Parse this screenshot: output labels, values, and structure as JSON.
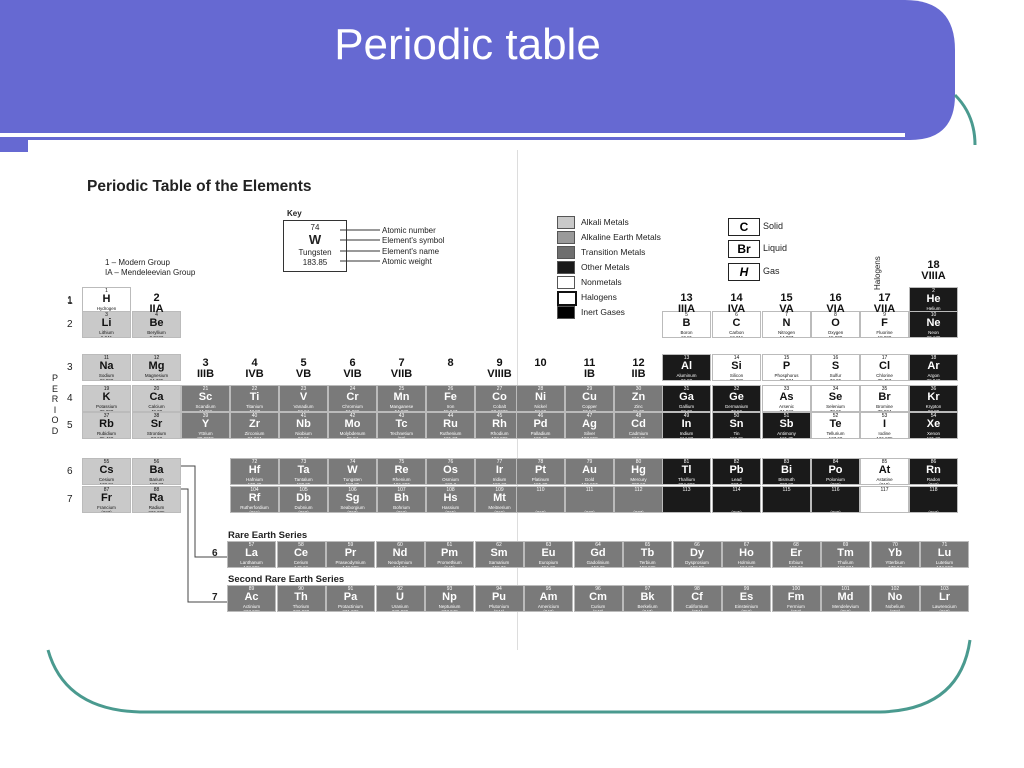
{
  "slide": {
    "title": "Periodic table"
  },
  "theme": {
    "banner": "#6669d2",
    "accent_line": "#4a9a8f",
    "cell_light": "#c9c9c9",
    "cell_mid": "#7a7a7a",
    "cell_dark": "#1a1a1a",
    "cell_white": "#ffffff"
  },
  "sheet": {
    "title": "Periodic Table of the Elements",
    "group_notes": [
      "1 – Modern Group",
      "IA – Mendeleevian Group"
    ],
    "key": {
      "heading": "Key",
      "number": "74",
      "symbol": "W",
      "name": "Tungsten",
      "weight": "183.85",
      "labels": [
        "Atomic number",
        "Element's symbol",
        "Element's name",
        "Atomic weight"
      ]
    },
    "legend": [
      "Alkali Metals",
      "Alkaline Earth Metals",
      "Transition Metals",
      "Other Metals",
      "Nonmetals",
      "Halogens",
      "Inert Gases"
    ],
    "states": [
      {
        "symbol": "C",
        "label": "Solid"
      },
      {
        "symbol": "Br",
        "label": "Liquid"
      },
      {
        "symbol": "H",
        "label": "Gas"
      }
    ],
    "halogens_label": "Halogens",
    "period_word": "PERIOD",
    "periods": [
      "1",
      "2",
      "3",
      "4",
      "5",
      "6",
      "7"
    ],
    "rare_earth_label": "Rare Earth Series",
    "second_rare_earth_label": "Second Rare Earth Series",
    "series_numbers": [
      "6",
      "7"
    ]
  },
  "groups": [
    {
      "num": "1",
      "roman": "IA"
    },
    {
      "num": "2",
      "roman": "IIA"
    },
    {
      "num": "3",
      "roman": "IIIB"
    },
    {
      "num": "4",
      "roman": "IVB"
    },
    {
      "num": "5",
      "roman": "VB"
    },
    {
      "num": "6",
      "roman": "VIB"
    },
    {
      "num": "7",
      "roman": "VIIB"
    },
    {
      "num": "8",
      "roman": ""
    },
    {
      "num": "9",
      "roman": "VIIIB"
    },
    {
      "num": "10",
      "roman": ""
    },
    {
      "num": "11",
      "roman": "IB"
    },
    {
      "num": "12",
      "roman": "IIB"
    },
    {
      "num": "13",
      "roman": "IIIA"
    },
    {
      "num": "14",
      "roman": "IVA"
    },
    {
      "num": "15",
      "roman": "VA"
    },
    {
      "num": "16",
      "roman": "VIA"
    },
    {
      "num": "17",
      "roman": "VIIA"
    },
    {
      "num": "18",
      "roman": "VIIIA"
    }
  ],
  "elements": [
    {
      "n": "1",
      "s": "H",
      "m": "Hydrogen",
      "w": "1.00794",
      "g": 1,
      "p": 1,
      "c": "w"
    },
    {
      "n": "2",
      "s": "He",
      "m": "Helium",
      "w": "4.003",
      "g": 18,
      "p": 1,
      "c": "d"
    },
    {
      "n": "3",
      "s": "Li",
      "m": "Lithium",
      "w": "6.941",
      "g": 1,
      "p": 2,
      "c": "l"
    },
    {
      "n": "4",
      "s": "Be",
      "m": "Beryllium",
      "w": "9.0122",
      "g": 2,
      "p": 2,
      "c": "l"
    },
    {
      "n": "5",
      "s": "B",
      "m": "Boron",
      "w": "10.81",
      "g": 13,
      "p": 2,
      "c": "w"
    },
    {
      "n": "6",
      "s": "C",
      "m": "Carbon",
      "w": "12.011",
      "g": 14,
      "p": 2,
      "c": "w"
    },
    {
      "n": "7",
      "s": "N",
      "m": "Nitrogen",
      "w": "14.007",
      "g": 15,
      "p": 2,
      "c": "w"
    },
    {
      "n": "8",
      "s": "O",
      "m": "Oxygen",
      "w": "15.999",
      "g": 16,
      "p": 2,
      "c": "w"
    },
    {
      "n": "9",
      "s": "F",
      "m": "Fluorine",
      "w": "18.998",
      "g": 17,
      "p": 2,
      "c": "w"
    },
    {
      "n": "10",
      "s": "Ne",
      "m": "Neon",
      "w": "20.179",
      "g": 18,
      "p": 2,
      "c": "d"
    },
    {
      "n": "11",
      "s": "Na",
      "m": "Sodium",
      "w": "22.990",
      "g": 1,
      "p": 3,
      "c": "l"
    },
    {
      "n": "12",
      "s": "Mg",
      "m": "Magnesium",
      "w": "24.305",
      "g": 2,
      "p": 3,
      "c": "l"
    },
    {
      "n": "13",
      "s": "Al",
      "m": "Aluminum",
      "w": "26.98",
      "g": 13,
      "p": 3,
      "c": "d"
    },
    {
      "n": "14",
      "s": "Si",
      "m": "Silicon",
      "w": "28.086",
      "g": 14,
      "p": 3,
      "c": "w"
    },
    {
      "n": "15",
      "s": "P",
      "m": "Phosphorus",
      "w": "30.974",
      "g": 15,
      "p": 3,
      "c": "w"
    },
    {
      "n": "16",
      "s": "S",
      "m": "Sulfur",
      "w": "32.06",
      "g": 16,
      "p": 3,
      "c": "w"
    },
    {
      "n": "17",
      "s": "Cl",
      "m": "Chlorine",
      "w": "35.453",
      "g": 17,
      "p": 3,
      "c": "w"
    },
    {
      "n": "18",
      "s": "Ar",
      "m": "Argon",
      "w": "39.948",
      "g": 18,
      "p": 3,
      "c": "d"
    },
    {
      "n": "19",
      "s": "K",
      "m": "Potassium",
      "w": "39.098",
      "g": 1,
      "p": 4,
      "c": "l"
    },
    {
      "n": "20",
      "s": "Ca",
      "m": "Calcium",
      "w": "40.08",
      "g": 2,
      "p": 4,
      "c": "l"
    },
    {
      "n": "21",
      "s": "Sc",
      "m": "Scandium",
      "w": "44.956",
      "g": 3,
      "p": 4,
      "c": "m"
    },
    {
      "n": "22",
      "s": "Ti",
      "m": "Titanium",
      "w": "47.88",
      "g": 4,
      "p": 4,
      "c": "m"
    },
    {
      "n": "23",
      "s": "V",
      "m": "Vanadium",
      "w": "50.94",
      "g": 5,
      "p": 4,
      "c": "m"
    },
    {
      "n": "24",
      "s": "Cr",
      "m": "Chromium",
      "w": "51.996",
      "g": 6,
      "p": 4,
      "c": "m"
    },
    {
      "n": "25",
      "s": "Mn",
      "m": "Manganese",
      "w": "54.938",
      "g": 7,
      "p": 4,
      "c": "m"
    },
    {
      "n": "26",
      "s": "Fe",
      "m": "Iron",
      "w": "55.847",
      "g": 8,
      "p": 4,
      "c": "m"
    },
    {
      "n": "27",
      "s": "Co",
      "m": "Cobalt",
      "w": "58.9332",
      "g": 9,
      "p": 4,
      "c": "m"
    },
    {
      "n": "28",
      "s": "Ni",
      "m": "Nickel",
      "w": "58.69",
      "g": 10,
      "p": 4,
      "c": "m"
    },
    {
      "n": "29",
      "s": "Cu",
      "m": "Copper",
      "w": "63.546",
      "g": 11,
      "p": 4,
      "c": "m"
    },
    {
      "n": "30",
      "s": "Zn",
      "m": "Zinc",
      "w": "65.39",
      "g": 12,
      "p": 4,
      "c": "m"
    },
    {
      "n": "31",
      "s": "Ga",
      "m": "Gallium",
      "w": "69.72",
      "g": 13,
      "p": 4,
      "c": "d"
    },
    {
      "n": "32",
      "s": "Ge",
      "m": "Germanium",
      "w": "72.59",
      "g": 14,
      "p": 4,
      "c": "d"
    },
    {
      "n": "33",
      "s": "As",
      "m": "Arsenic",
      "w": "74.922",
      "g": 15,
      "p": 4,
      "c": "w"
    },
    {
      "n": "34",
      "s": "Se",
      "m": "Selenium",
      "w": "78.96",
      "g": 16,
      "p": 4,
      "c": "w"
    },
    {
      "n": "35",
      "s": "Br",
      "m": "Bromine",
      "w": "79.904",
      "g": 17,
      "p": 4,
      "c": "w"
    },
    {
      "n": "36",
      "s": "Kr",
      "m": "Krypton",
      "w": "83.80",
      "g": 18,
      "p": 4,
      "c": "d"
    },
    {
      "n": "37",
      "s": "Rb",
      "m": "Rubidium",
      "w": "85.468",
      "g": 1,
      "p": 5,
      "c": "l"
    },
    {
      "n": "38",
      "s": "Sr",
      "m": "Strontium",
      "w": "87.62",
      "g": 2,
      "p": 5,
      "c": "l"
    },
    {
      "n": "39",
      "s": "Y",
      "m": "Yttrium",
      "w": "88.9059",
      "g": 3,
      "p": 5,
      "c": "m"
    },
    {
      "n": "40",
      "s": "Zr",
      "m": "Zirconium",
      "w": "91.224",
      "g": 4,
      "p": 5,
      "c": "m"
    },
    {
      "n": "41",
      "s": "Nb",
      "m": "Niobium",
      "w": "92.91",
      "g": 5,
      "p": 5,
      "c": "m"
    },
    {
      "n": "42",
      "s": "Mo",
      "m": "Molybdenum",
      "w": "95.94",
      "g": 6,
      "p": 5,
      "c": "m"
    },
    {
      "n": "43",
      "s": "Tc",
      "m": "Technetium",
      "w": "(98)",
      "g": 7,
      "p": 5,
      "c": "m"
    },
    {
      "n": "44",
      "s": "Ru",
      "m": "Ruthenium",
      "w": "101.07",
      "g": 8,
      "p": 5,
      "c": "m"
    },
    {
      "n": "45",
      "s": "Rh",
      "m": "Rhodium",
      "w": "102.906",
      "g": 9,
      "p": 5,
      "c": "m"
    },
    {
      "n": "46",
      "s": "Pd",
      "m": "Palladium",
      "w": "106.42",
      "g": 10,
      "p": 5,
      "c": "m"
    },
    {
      "n": "47",
      "s": "Ag",
      "m": "Silver",
      "w": "107.868",
      "g": 11,
      "p": 5,
      "c": "m"
    },
    {
      "n": "48",
      "s": "Cd",
      "m": "Cadmium",
      "w": "112.41",
      "g": 12,
      "p": 5,
      "c": "m"
    },
    {
      "n": "49",
      "s": "In",
      "m": "Indium",
      "w": "114.82",
      "g": 13,
      "p": 5,
      "c": "d"
    },
    {
      "n": "50",
      "s": "Sn",
      "m": "Tin",
      "w": "118.71",
      "g": 14,
      "p": 5,
      "c": "d"
    },
    {
      "n": "51",
      "s": "Sb",
      "m": "Antimony",
      "w": "121.75",
      "g": 15,
      "p": 5,
      "c": "d"
    },
    {
      "n": "52",
      "s": "Te",
      "m": "Tellurium",
      "w": "127.60",
      "g": 16,
      "p": 5,
      "c": "w"
    },
    {
      "n": "53",
      "s": "I",
      "m": "Iodine",
      "w": "126.905",
      "g": 17,
      "p": 5,
      "c": "w"
    },
    {
      "n": "54",
      "s": "Xe",
      "m": "Xenon",
      "w": "131.29",
      "g": 18,
      "p": 5,
      "c": "d"
    },
    {
      "n": "55",
      "s": "Cs",
      "m": "Cesium",
      "w": "132.91",
      "g": 1,
      "p": 6,
      "c": "l"
    },
    {
      "n": "56",
      "s": "Ba",
      "m": "Barium",
      "w": "137.33",
      "g": 2,
      "p": 6,
      "c": "l"
    },
    {
      "n": "72",
      "s": "Hf",
      "m": "Hafnium",
      "w": "178.49",
      "g": 4,
      "p": 6,
      "c": "m"
    },
    {
      "n": "73",
      "s": "Ta",
      "m": "Tantalum",
      "w": "180.95",
      "g": 5,
      "p": 6,
      "c": "m"
    },
    {
      "n": "74",
      "s": "W",
      "m": "Tungsten",
      "w": "183.85",
      "g": 6,
      "p": 6,
      "c": "m"
    },
    {
      "n": "75",
      "s": "Re",
      "m": "Rhenium",
      "w": "186.207",
      "g": 7,
      "p": 6,
      "c": "m"
    },
    {
      "n": "76",
      "s": "Os",
      "m": "Osmium",
      "w": "190.2",
      "g": 8,
      "p": 6,
      "c": "m"
    },
    {
      "n": "77",
      "s": "Ir",
      "m": "Iridium",
      "w": "192.22",
      "g": 9,
      "p": 6,
      "c": "m"
    },
    {
      "n": "78",
      "s": "Pt",
      "m": "Platinum",
      "w": "195.08",
      "g": 10,
      "p": 6,
      "c": "m"
    },
    {
      "n": "79",
      "s": "Au",
      "m": "Gold",
      "w": "196.967",
      "g": 11,
      "p": 6,
      "c": "m"
    },
    {
      "n": "80",
      "s": "Hg",
      "m": "Mercury",
      "w": "200.59",
      "g": 12,
      "p": 6,
      "c": "m"
    },
    {
      "n": "81",
      "s": "Tl",
      "m": "Thallium",
      "w": "204.383",
      "g": 13,
      "p": 6,
      "c": "d"
    },
    {
      "n": "82",
      "s": "Pb",
      "m": "Lead",
      "w": "207.2",
      "g": 14,
      "p": 6,
      "c": "d"
    },
    {
      "n": "83",
      "s": "Bi",
      "m": "Bismuth",
      "w": "208.98",
      "g": 15,
      "p": 6,
      "c": "d"
    },
    {
      "n": "84",
      "s": "Po",
      "m": "Polonium",
      "w": "(209)",
      "g": 16,
      "p": 6,
      "c": "d"
    },
    {
      "n": "85",
      "s": "At",
      "m": "Astatine",
      "w": "(210)",
      "g": 17,
      "p": 6,
      "c": "w"
    },
    {
      "n": "86",
      "s": "Rn",
      "m": "Radon",
      "w": "(222)",
      "g": 18,
      "p": 6,
      "c": "d"
    },
    {
      "n": "87",
      "s": "Fr",
      "m": "Francium",
      "w": "(223)",
      "g": 1,
      "p": 7,
      "c": "l"
    },
    {
      "n": "88",
      "s": "Ra",
      "m": "Radium",
      "w": "226.025",
      "g": 2,
      "p": 7,
      "c": "l"
    },
    {
      "n": "104",
      "s": "Rf",
      "m": "Rutherfordium",
      "w": "(261)",
      "g": 4,
      "p": 7,
      "c": "m"
    },
    {
      "n": "105",
      "s": "Db",
      "m": "Dubnium",
      "w": "(262)",
      "g": 5,
      "p": 7,
      "c": "m"
    },
    {
      "n": "106",
      "s": "Sg",
      "m": "Seaborgium",
      "w": "(263)",
      "g": 6,
      "p": 7,
      "c": "m"
    },
    {
      "n": "107",
      "s": "Bh",
      "m": "Bohrium",
      "w": "(262)",
      "g": 7,
      "p": 7,
      "c": "m"
    },
    {
      "n": "108",
      "s": "Hs",
      "m": "Hassium",
      "w": "(265)",
      "g": 8,
      "p": 7,
      "c": "m"
    },
    {
      "n": "109",
      "s": "Mt",
      "m": "Meitnerium",
      "w": "(266)",
      "g": 9,
      "p": 7,
      "c": "m"
    },
    {
      "n": "110",
      "s": "",
      "m": "",
      "w": "(269)",
      "g": 10,
      "p": 7,
      "c": "m"
    },
    {
      "n": "111",
      "s": "",
      "m": "",
      "w": "(272)",
      "g": 11,
      "p": 7,
      "c": "m"
    },
    {
      "n": "112",
      "s": "",
      "m": "",
      "w": "(277)",
      "g": 12,
      "p": 7,
      "c": "m"
    },
    {
      "n": "113",
      "s": "",
      "m": "",
      "w": "",
      "g": 13,
      "p": 7,
      "c": "d"
    },
    {
      "n": "114",
      "s": "",
      "m": "",
      "w": "(285)",
      "g": 14,
      "p": 7,
      "c": "d"
    },
    {
      "n": "115",
      "s": "",
      "m": "",
      "w": "",
      "g": 15,
      "p": 7,
      "c": "d"
    },
    {
      "n": "116",
      "s": "",
      "m": "",
      "w": "(289)",
      "g": 16,
      "p": 7,
      "c": "d"
    },
    {
      "n": "117",
      "s": "",
      "m": "",
      "w": "",
      "g": 17,
      "p": 7,
      "c": "w"
    },
    {
      "n": "118",
      "s": "",
      "m": "",
      "w": "(293)",
      "g": 18,
      "p": 7,
      "c": "d"
    }
  ],
  "lanthanides": [
    {
      "n": "57",
      "s": "La",
      "m": "Lanthanum",
      "w": "138.906"
    },
    {
      "n": "58",
      "s": "Ce",
      "m": "Cerium",
      "w": "140.12"
    },
    {
      "n": "59",
      "s": "Pr",
      "m": "Praseodymium",
      "w": "140.908"
    },
    {
      "n": "60",
      "s": "Nd",
      "m": "Neodymium",
      "w": "144.24"
    },
    {
      "n": "61",
      "s": "Pm",
      "m": "Promethium",
      "w": "(145)"
    },
    {
      "n": "62",
      "s": "Sm",
      "m": "Samarium",
      "w": "150.36"
    },
    {
      "n": "63",
      "s": "Eu",
      "m": "Europium",
      "w": "151.96"
    },
    {
      "n": "64",
      "s": "Gd",
      "m": "Gadolinium",
      "w": "157.25"
    },
    {
      "n": "65",
      "s": "Tb",
      "m": "Terbium",
      "w": "158.925"
    },
    {
      "n": "66",
      "s": "Dy",
      "m": "Dysprosium",
      "w": "162.50"
    },
    {
      "n": "67",
      "s": "Ho",
      "m": "Holmium",
      "w": "164.93"
    },
    {
      "n": "68",
      "s": "Er",
      "m": "Erbium",
      "w": "167.26"
    },
    {
      "n": "69",
      "s": "Tm",
      "m": "Thulium",
      "w": "168.934"
    },
    {
      "n": "70",
      "s": "Yb",
      "m": "Ytterbium",
      "w": "173.04"
    },
    {
      "n": "71",
      "s": "Lu",
      "m": "Lutetium",
      "w": "174.967"
    }
  ],
  "actinides": [
    {
      "n": "89",
      "s": "Ac",
      "m": "Actinium",
      "w": "227.028"
    },
    {
      "n": "90",
      "s": "Th",
      "m": "Thorium",
      "w": "232.038"
    },
    {
      "n": "91",
      "s": "Pa",
      "m": "Protactinium",
      "w": "231.036"
    },
    {
      "n": "92",
      "s": "U",
      "m": "Uranium",
      "w": "238.029"
    },
    {
      "n": "93",
      "s": "Np",
      "m": "Neptunium",
      "w": "237.048"
    },
    {
      "n": "94",
      "s": "Pu",
      "m": "Plutonium",
      "w": "(244)"
    },
    {
      "n": "95",
      "s": "Am",
      "m": "Americium",
      "w": "(243)"
    },
    {
      "n": "96",
      "s": "Cm",
      "m": "Curium",
      "w": "(247)"
    },
    {
      "n": "97",
      "s": "Bk",
      "m": "Berkelium",
      "w": "(247)"
    },
    {
      "n": "98",
      "s": "Cf",
      "m": "Californium",
      "w": "(251)"
    },
    {
      "n": "99",
      "s": "Es",
      "m": "Einsteinium",
      "w": "(252)"
    },
    {
      "n": "100",
      "s": "Fm",
      "m": "Fermium",
      "w": "(257)"
    },
    {
      "n": "101",
      "s": "Md",
      "m": "Mendelevium",
      "w": "(258)"
    },
    {
      "n": "102",
      "s": "No",
      "m": "Nobelium",
      "w": "(259)"
    },
    {
      "n": "103",
      "s": "Lr",
      "m": "Lawrencium",
      "w": "(260)"
    }
  ]
}
